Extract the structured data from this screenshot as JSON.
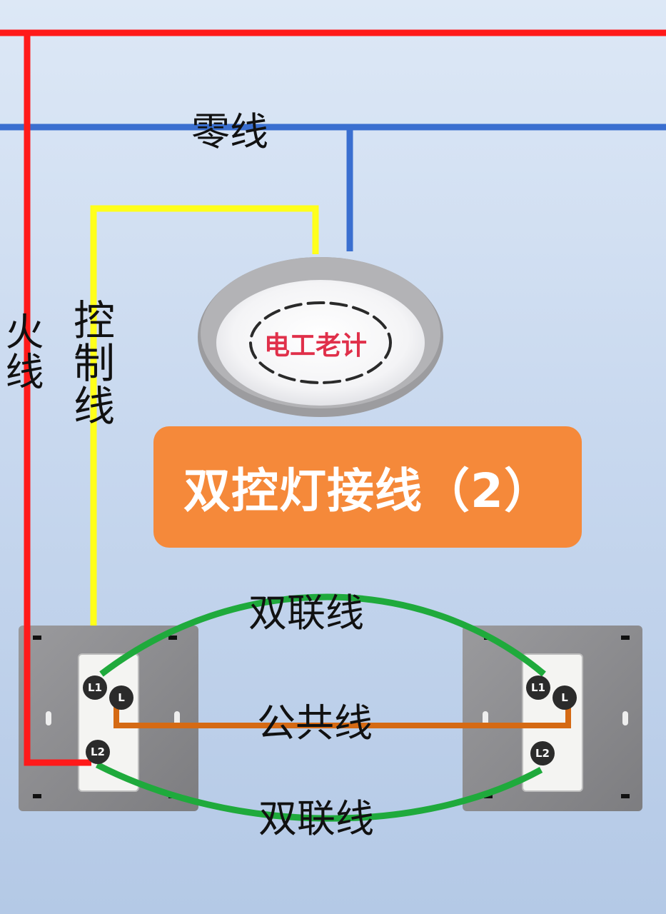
{
  "title": "双控灯接线（2）",
  "labels": {
    "neutral": "零线",
    "live": "火线",
    "control": "控制线",
    "traveler_top": "双联线",
    "common": "公共线",
    "traveler_bottom": "双联线"
  },
  "lamp": {
    "brand": "电工老计"
  },
  "switches": {
    "left": {
      "terminals": [
        "L1",
        "L",
        "L2"
      ]
    },
    "right": {
      "terminals": [
        "L1",
        "L",
        "L2"
      ]
    }
  },
  "colors": {
    "live": "#ff1a1a",
    "neutral": "#3a6fd0",
    "control": "#ffff1a",
    "traveler": "#1faa3c",
    "common": "#d56a14",
    "title_bg": "#f5893a",
    "brand": "#e0304a"
  }
}
